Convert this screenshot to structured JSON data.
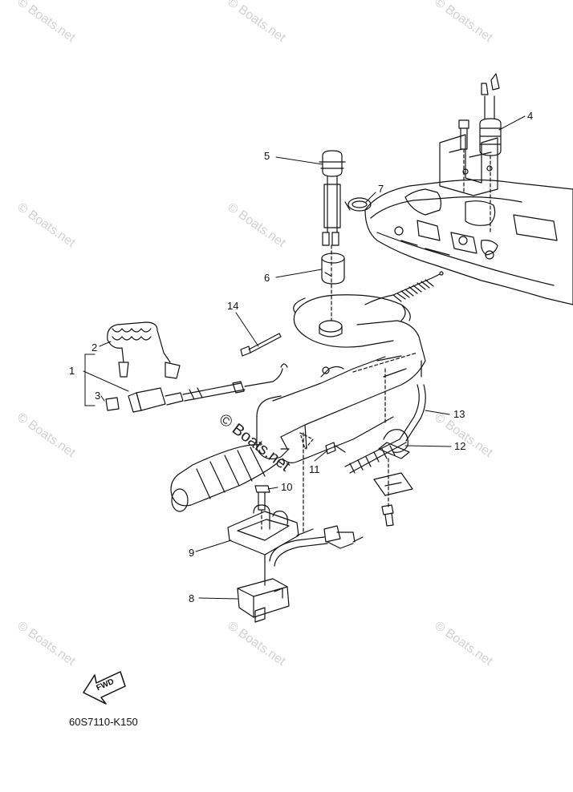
{
  "watermark": {
    "text": "© Boats.net"
  },
  "callouts": [
    {
      "number": "1"
    },
    {
      "number": "2"
    },
    {
      "number": "3"
    },
    {
      "number": "4"
    },
    {
      "number": "5"
    },
    {
      "number": "6"
    },
    {
      "number": "7"
    },
    {
      "number": "8"
    },
    {
      "number": "9"
    },
    {
      "number": "10"
    },
    {
      "number": "11"
    },
    {
      "number": "12"
    },
    {
      "number": "13"
    },
    {
      "number": "14"
    }
  ],
  "fwd_arrow": {
    "label": "FWD"
  },
  "diagram_code": "60S7110-K150"
}
